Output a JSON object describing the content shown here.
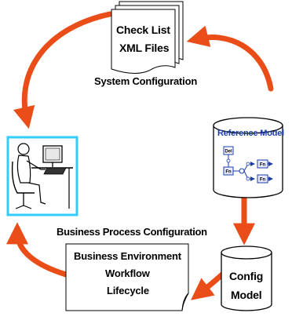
{
  "checklist_doc": {
    "line1": "Check List",
    "line2": "XML Files"
  },
  "system_configuration_label": "System Configuration",
  "reference_model": {
    "title": "Reference Model",
    "nodes": {
      "del": "Del",
      "fn_left": "Fn",
      "fn_top": "Fn",
      "fn_bottom": "Fn"
    }
  },
  "business_process_configuration_label": "Business Process Configuration",
  "business_doc": {
    "line1": "Business Environment",
    "line2": "Workflow",
    "line3": "Lifecycle"
  },
  "config_model": {
    "line1": "Config",
    "line2": "Model"
  },
  "colors": {
    "arrow": "#ea4d17",
    "highlight_frame": "#33ccff",
    "reference_model_title": "#1a3da6",
    "fn_box_fill": "#e9ecff",
    "node_stroke": "#1a3da6"
  }
}
